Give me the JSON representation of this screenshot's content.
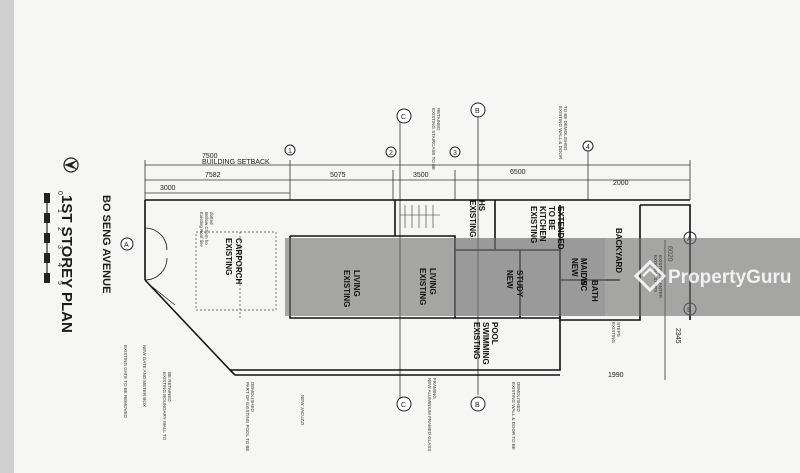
{
  "title": "1ST STOREY PLAN",
  "scale_bar": {
    "ticks": [
      "0",
      "1",
      "2",
      "3",
      "4",
      "5"
    ]
  },
  "street": "BO SENG AVENUE",
  "grid_circles": {
    "numbers": [
      "1",
      "2",
      "3",
      "4"
    ],
    "letters": {
      "a_left": "A",
      "a_right": "A",
      "b_top": "B",
      "b_bottom": "B",
      "b_right": "B",
      "c_top": "C",
      "c_bottom": "C"
    }
  },
  "dimensions": {
    "setback": "7500",
    "setback_label": "BUILDING SETBACK",
    "d7582": "7582",
    "d3000": "3000",
    "d5075": "5075",
    "d3500": "3500",
    "d6500": "6500",
    "d2000": "2000",
    "d6020": "6020",
    "d2345": "2345",
    "d1990": "1990"
  },
  "rooms": {
    "carporch": [
      "EXISTING",
      "CARPORCH"
    ],
    "living1": [
      "EXISTING",
      "LIVING"
    ],
    "living2": [
      "EXISTING",
      "LIVING"
    ],
    "new_study": [
      "NEW",
      "STUDY"
    ],
    "swimming_pool": [
      "EXISTING",
      "SWIMMING",
      "POOL"
    ],
    "kitchen": [
      "EXISTING",
      "KITCHEN",
      "TO BE",
      "EXTENDED"
    ],
    "existing_hs": [
      "EXISTING",
      "HS"
    ],
    "bath": "BATH",
    "maids_wc": [
      "NEW",
      "MAID'S",
      "WC"
    ],
    "backyard": "BACKYARD"
  },
  "notes": {
    "roof_line": [
      "Existing Roof line",
      "Bellow Chem ho",
      "dotted"
    ],
    "gate_removed": "EXISTING GATE TO BE REMOVED",
    "new_gate": "NEW GATE AND METER BOX",
    "boundary_wall": [
      "EXISTING BOUNDARY WALL TO",
      "BE RETAINED"
    ],
    "pool_demolished": [
      "PART OF EXISTING POOL TO BE",
      "DEMOLISHED"
    ],
    "new_jacuzzi": "NEW JACUZZI",
    "glass_frames": [
      "NEW ALUMINIUM FRAMED GLASS",
      "FRAMING"
    ],
    "wall_door_bottom": [
      "EXISTING WALL & DOOR TO BE",
      "DEMOLISHED"
    ],
    "wall_door_top": [
      "EXISTING WALL & DOOR",
      "TO BE DEMOLISHED"
    ],
    "staircase_top": [
      "EXISTING STAIRCASE TO BE",
      "RETAINED"
    ],
    "steps_right": [
      "EXISTING STEPS",
      "EXISTING PLANTER"
    ],
    "step_right2": [
      "EXISTING",
      "STEPS"
    ]
  },
  "watermark": "PropertyGuru"
}
